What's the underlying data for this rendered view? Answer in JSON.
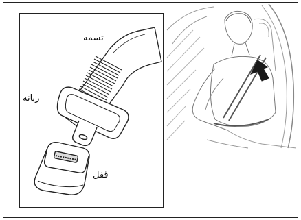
{
  "labels": {
    "strap": "تسمه",
    "tongue": "زبانه",
    "buckle": "قفل"
  },
  "illustration": {
    "arrow_color": "#1a1a1a",
    "line_color": "#222222"
  }
}
